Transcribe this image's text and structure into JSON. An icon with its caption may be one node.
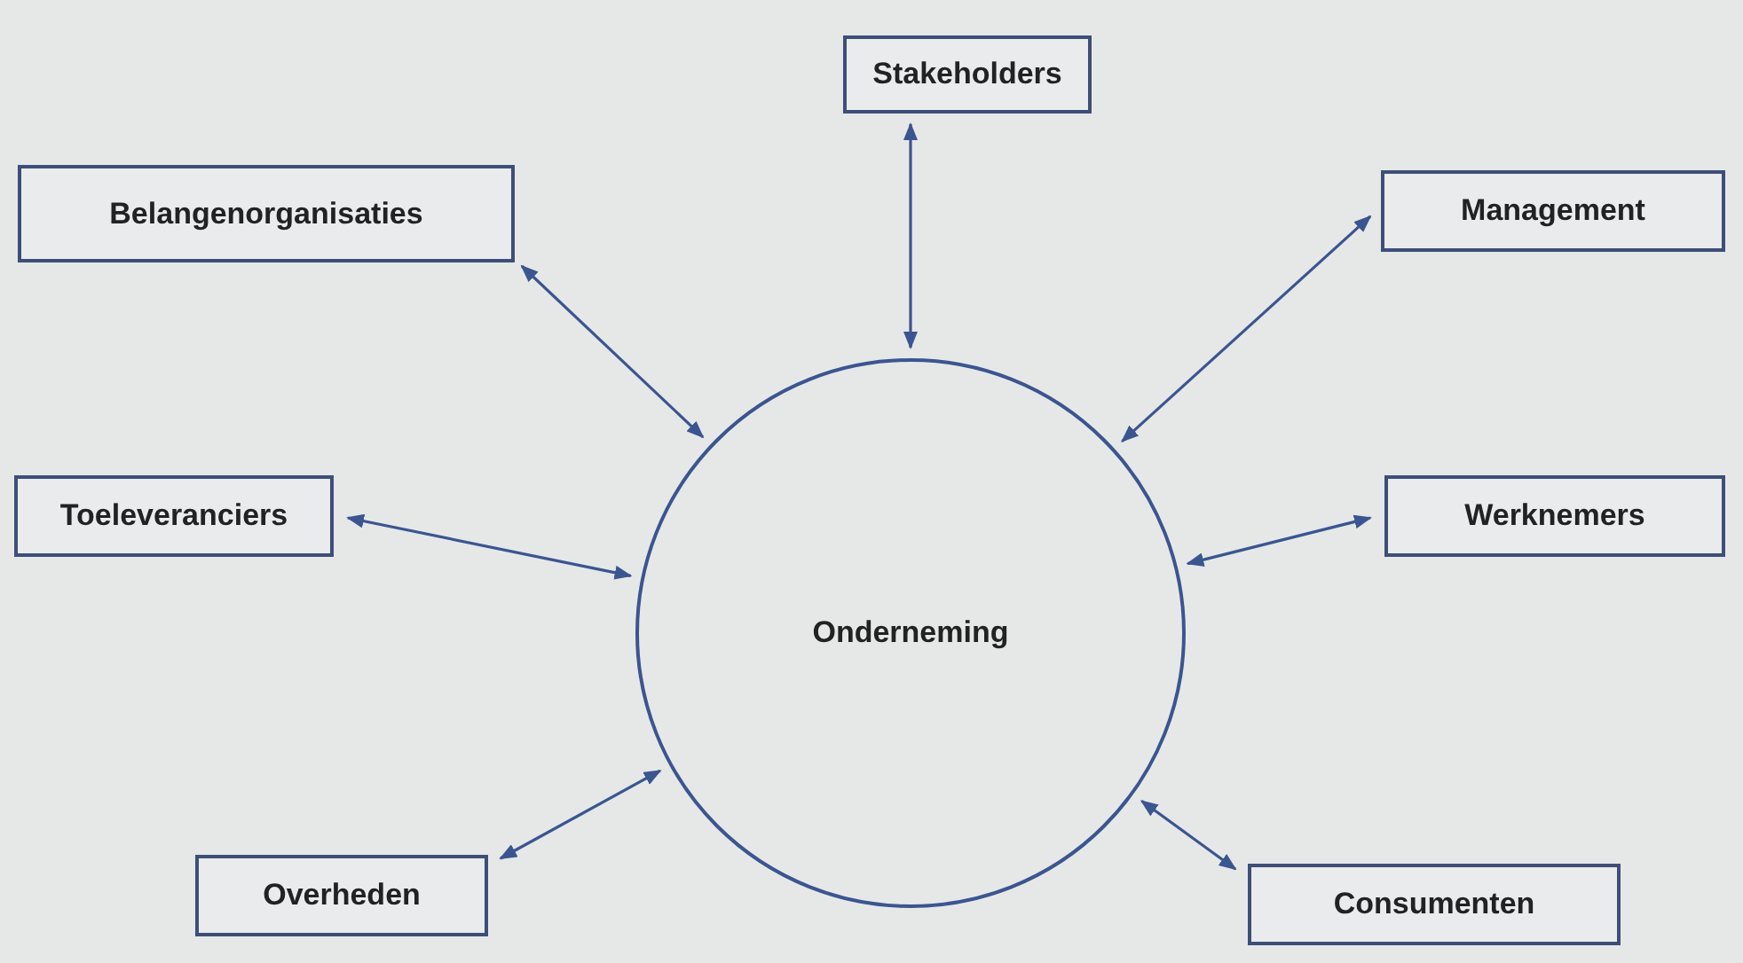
{
  "diagram": {
    "nodes": [
      {
        "text": [
          "Stakeholders"
        ]
      },
      {
        "text": [
          "Belangenorganisaties"
        ]
      },
      {
        "text": [
          "Management"
        ]
      },
      {
        "text": [
          "Toeleveranciers"
        ]
      },
      {
        "text": [
          "Onderneming"
        ]
      },
      {
        "text": [
          "Werknemers"
        ]
      },
      {
        "text": [
          "Overheden"
        ]
      },
      {
        "text": [
          "Consumenten"
        ]
      }
    ],
    "edges": [
      {
        "from": 0,
        "to": 4,
        "arrow": "both"
      },
      {
        "from": 1,
        "to": 4,
        "arrow": "both"
      },
      {
        "from": 2,
        "to": 4,
        "arrow": "both"
      },
      {
        "from": 3,
        "to": 4,
        "arrow": "both"
      },
      {
        "from": 5,
        "to": 4,
        "arrow": "both"
      },
      {
        "from": 6,
        "to": 4,
        "arrow": "both"
      },
      {
        "from": 7,
        "to": 4,
        "arrow": "both"
      }
    ]
  }
}
